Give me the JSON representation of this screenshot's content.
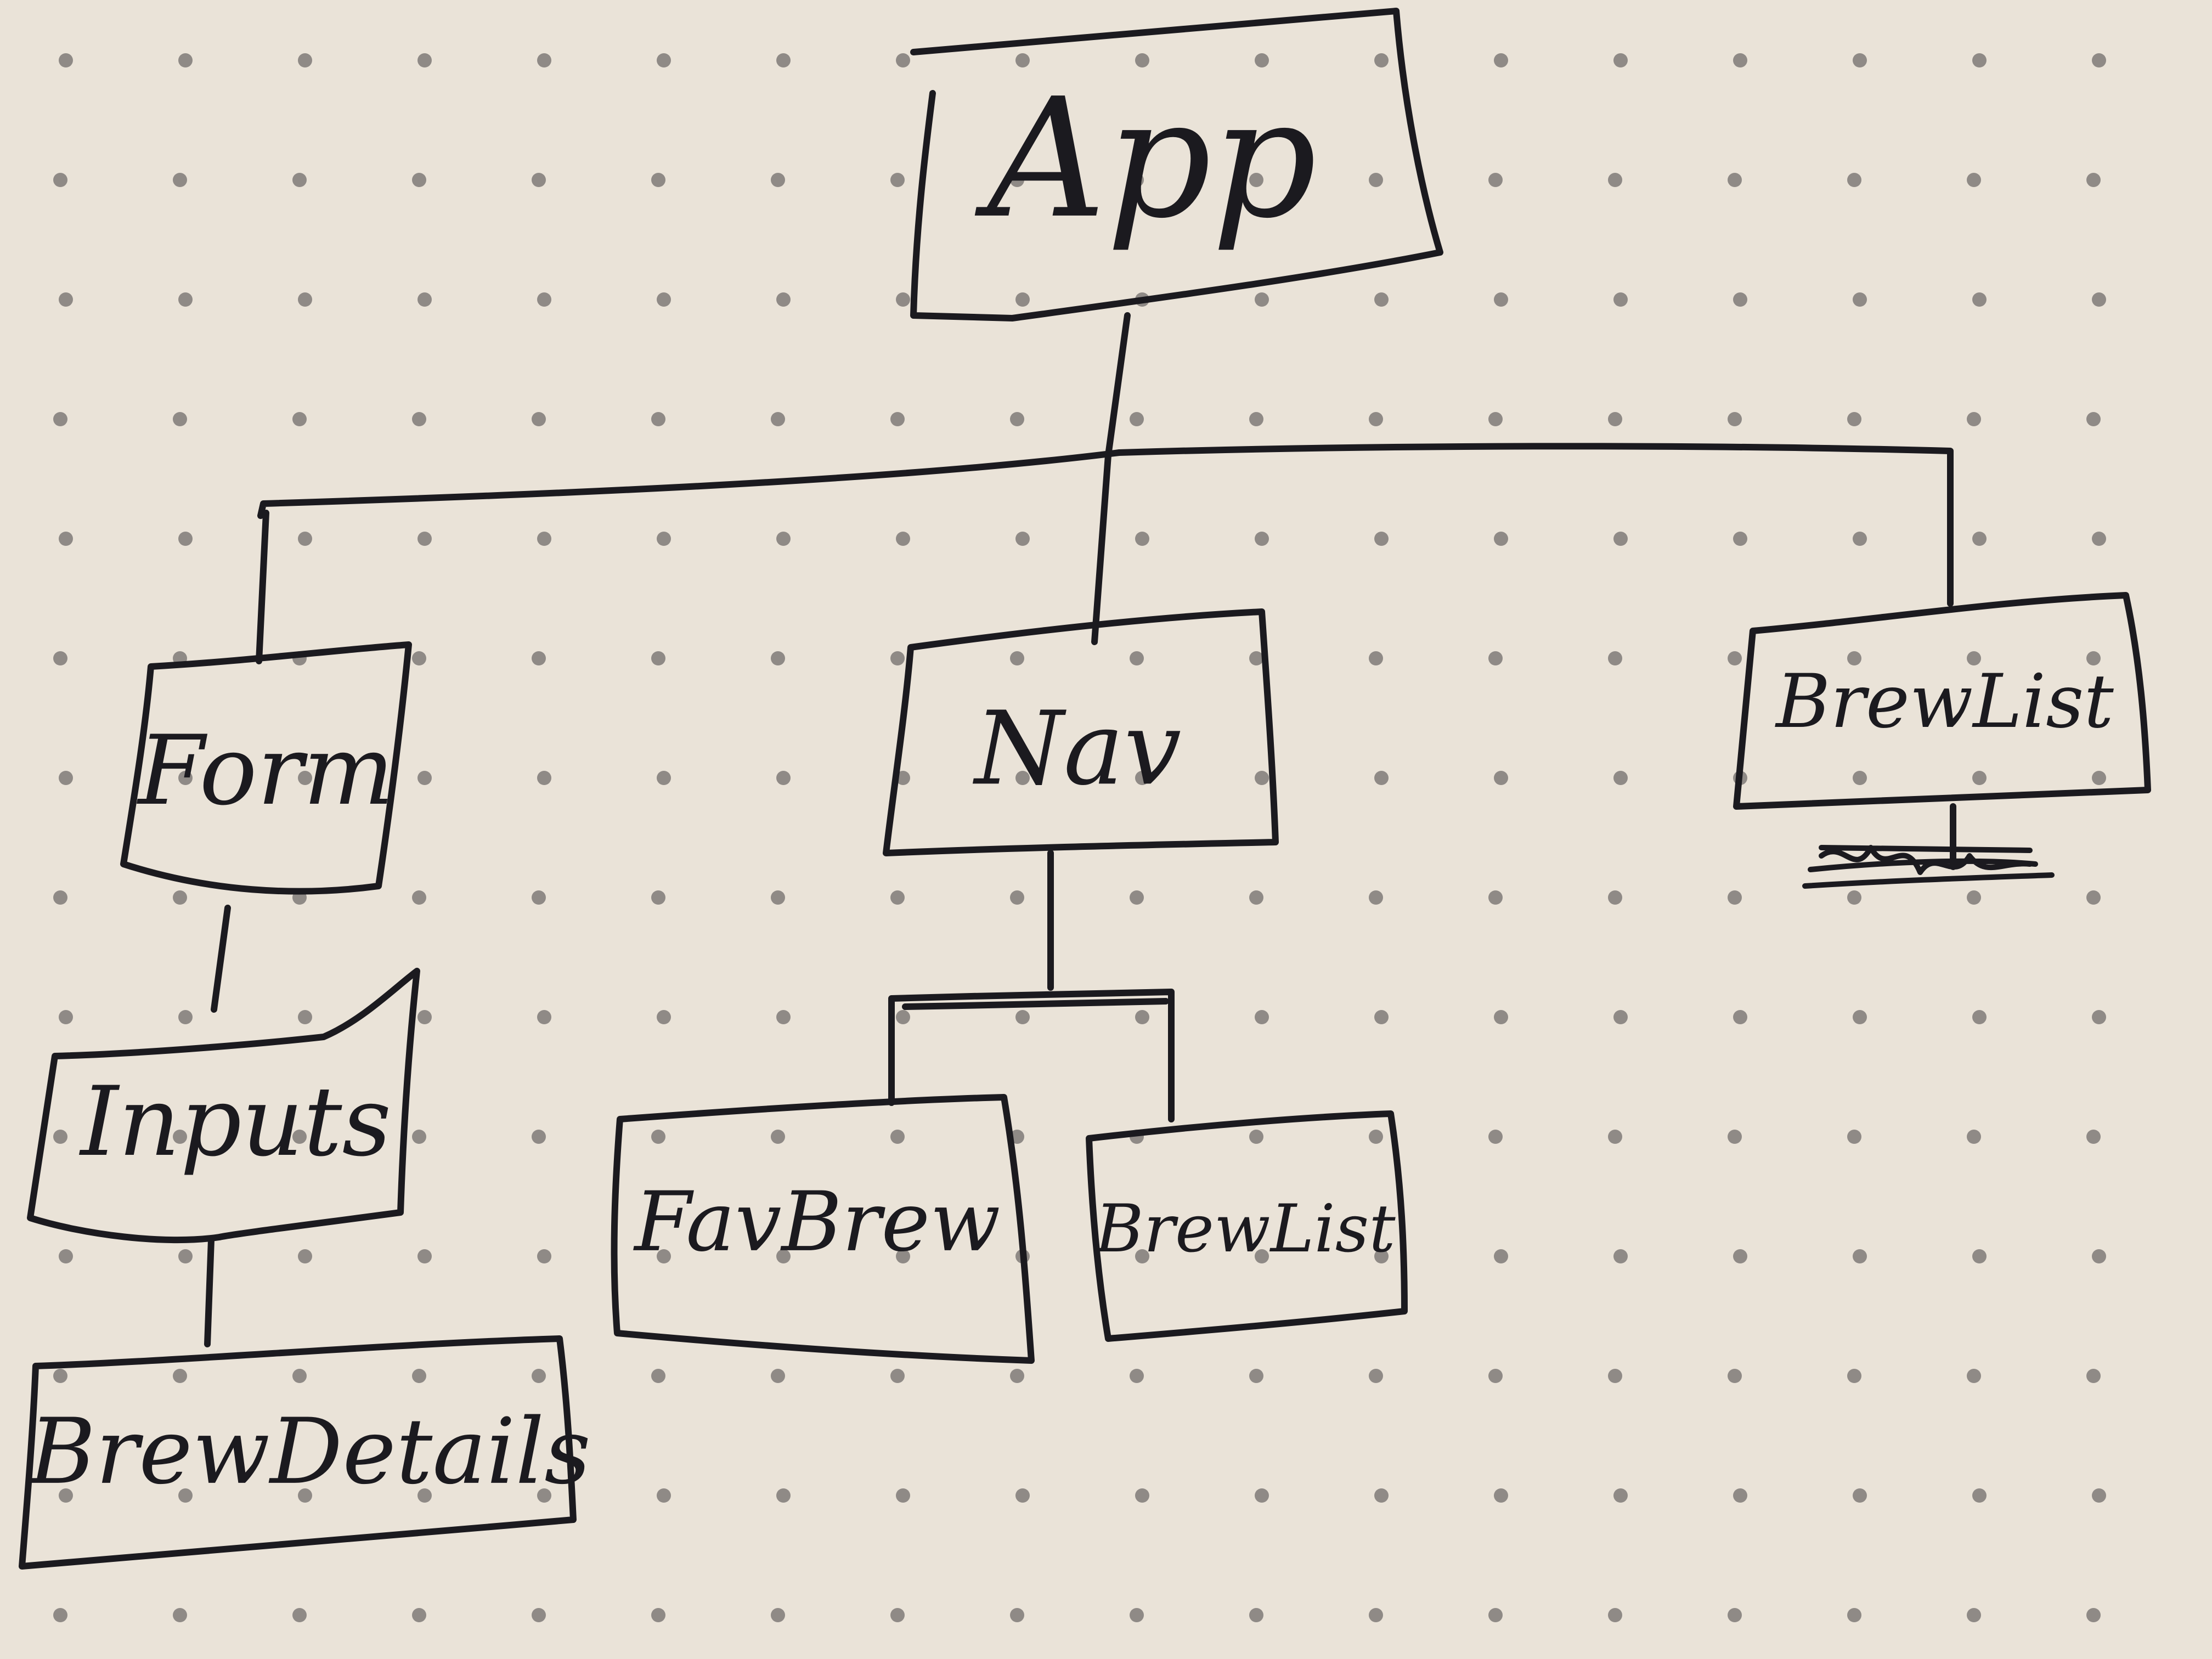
{
  "colors": {
    "paper": "#eae3d8",
    "ink": "#1b1a1f",
    "dots": "#8f8a86"
  },
  "nodes": {
    "app": "App",
    "form": "Form",
    "nav": "Nav",
    "brewlist_top": "BrewList",
    "inputs": "Inputs",
    "brewdetails": "BrewDetails",
    "favbrew": "FavBrew",
    "brewlist_child": "BrewList"
  }
}
